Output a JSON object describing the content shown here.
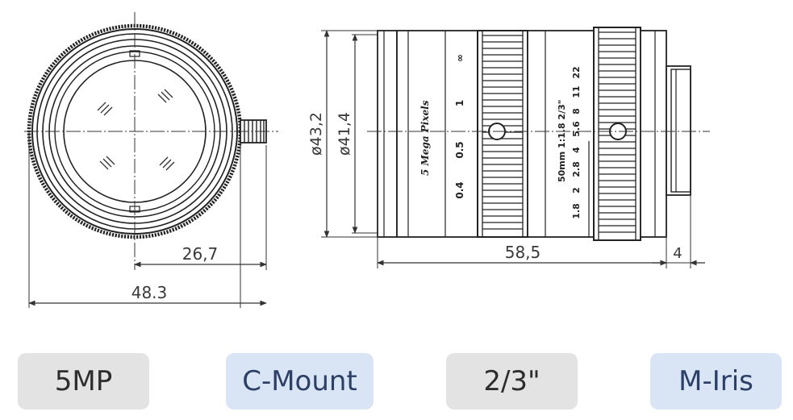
{
  "drawing": {
    "front_view": {
      "dim_radius": "26,7",
      "dim_width": "48.3"
    },
    "side_view": {
      "dim_outer_dia": "ø43,2",
      "dim_inner_dia": "ø41,4",
      "dim_length": "58,5",
      "dim_flange": "4",
      "engraving_brand": "5 Mega Pixels",
      "focus_scale": [
        "0.4",
        "0.5",
        "1",
        "∞"
      ],
      "spec_label": "50mm 1:1.8 2/3\"",
      "aperture_scale": [
        "1.8",
        "2",
        "2.8",
        "4",
        "5.6",
        "8",
        "11",
        "22"
      ]
    }
  },
  "tags": [
    {
      "label": "5MP",
      "color": "#e3e3e3"
    },
    {
      "label": "C-Mount",
      "color": "#d9e4f4"
    },
    {
      "label": "2/3\"",
      "color": "#e3e3e3"
    },
    {
      "label": "M-Iris",
      "color": "#d9e4f4"
    }
  ]
}
